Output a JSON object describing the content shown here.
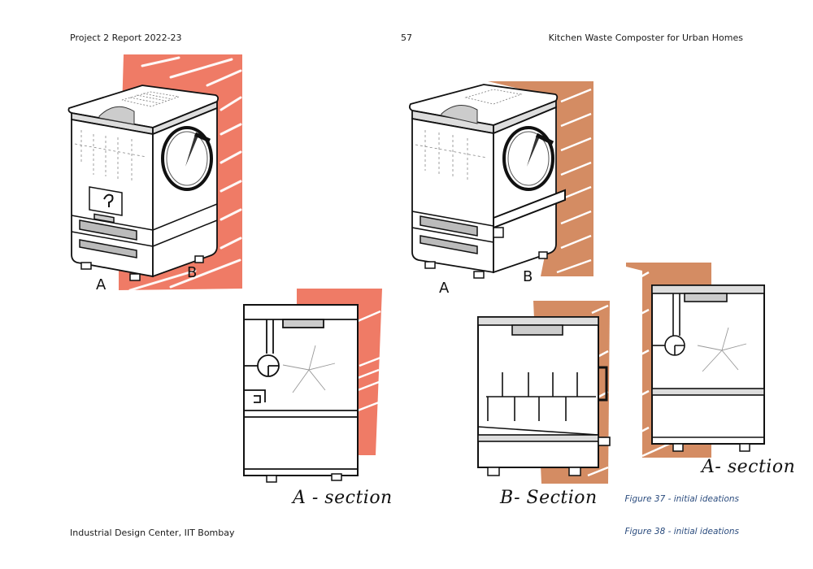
{
  "header": {
    "left": "Project 2 Report  2022-23",
    "page_number": "57",
    "right": "Kitchen Waste Composter for Urban Homes"
  },
  "footer": {
    "institution": "Industrial Design Center, IIT Bombay"
  },
  "captions": {
    "figure37": "Figure 37 - initial ideations",
    "figure38": "Figure 38 - initial ideations"
  },
  "sketches": {
    "left_iso": {
      "label_a": "A",
      "label_b": "B",
      "backdrop_color": "#ef7b66"
    },
    "left_section": {
      "label": "A - section",
      "backdrop_color": "#ef7b66"
    },
    "right_iso": {
      "label_a": "A",
      "label_b": "B",
      "backdrop_color": "#d48c63"
    },
    "right_b_section": {
      "label": "B- Section",
      "backdrop_color": "#d48c63"
    },
    "right_a_section": {
      "label": "A- section",
      "backdrop_color": "#d48c63"
    }
  },
  "colors": {
    "coral": "#ef7b66",
    "terracotta": "#d48c63",
    "caption_blue": "#2b4c7e"
  }
}
